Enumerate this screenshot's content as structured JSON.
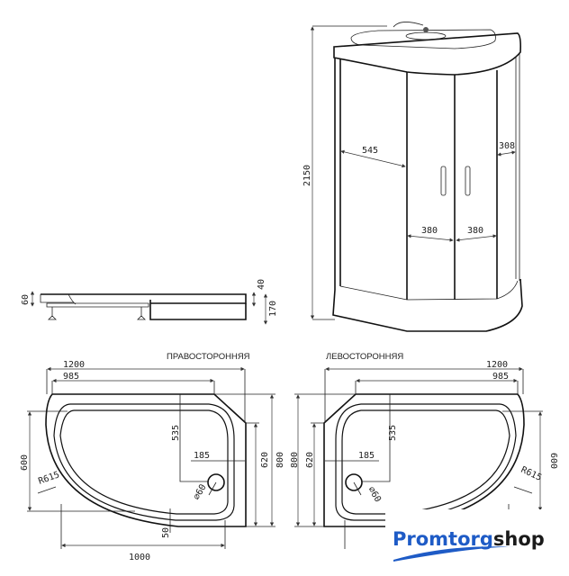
{
  "cabin": {
    "height": "2150",
    "panel_width": "545",
    "side_width": "308",
    "door_left": "380",
    "door_right": "380"
  },
  "side_view": {
    "tray_height": "60",
    "rim": "40",
    "total_height": "170"
  },
  "right_tray": {
    "title": "ПРАВОСТОРОННЯЯ",
    "length": "1200",
    "top_length": "985",
    "arc_height": "600",
    "side_height": "620",
    "depth": "800",
    "drain_y": "535",
    "drain_x": "185",
    "radius": "R615",
    "drain_diameter": "⌀60",
    "offset": "50",
    "bottom_length": "1000"
  },
  "left_tray": {
    "title": "ЛЕВОСТОРОННЯЯ",
    "length": "1200",
    "top_length": "985",
    "arc_height": "600",
    "side_height": "620",
    "depth": "800",
    "drain_y": "535",
    "drain_x": "185",
    "radius": "R615",
    "drain_diameter": "⌀60"
  },
  "logo": {
    "part1": "Promtorg",
    "part2": "shop",
    "brand_color": "#1e5bc6",
    "text_color": "#1a1a1a"
  }
}
